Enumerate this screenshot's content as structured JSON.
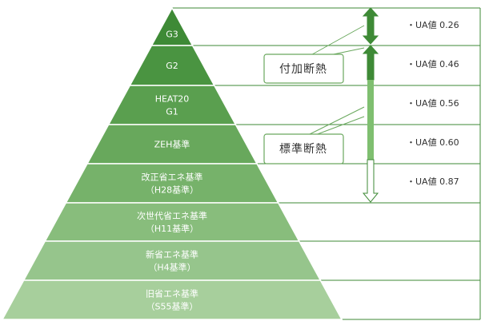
{
  "pyramid": {
    "levels": [
      {
        "lines": [
          "G3"
        ],
        "color": "#3e8a36"
      },
      {
        "lines": [
          "G2"
        ],
        "color": "#4a9441"
      },
      {
        "lines": [
          "HEAT20",
          "G1"
        ],
        "color": "#5a9f4f"
      },
      {
        "lines": [
          "ZEH基準"
        ],
        "color": "#68a85c"
      },
      {
        "lines": [
          "改正省エネ基準",
          "（H28基準）"
        ],
        "color": "#76b26a"
      },
      {
        "lines": [
          "次世代省エネ基準",
          "（H11基準）"
        ],
        "color": "#88bd7c"
      },
      {
        "lines": [
          "新省エネ基準",
          "（H4基準）"
        ],
        "color": "#96c58c"
      },
      {
        "lines": [
          "旧省エネ基準",
          "（S55基準）"
        ],
        "color": "#a7cf9c"
      }
    ]
  },
  "ua_values": [
    "・UA値 0.26",
    "・UA値 0.46",
    "・UA値 0.56",
    "・UA値 0.60",
    "・UA値 0.87"
  ],
  "callouts": {
    "added": "付加断熱",
    "standard": "標準断熱"
  },
  "colors": {
    "line": "#3e8a36",
    "arrow_fill": "#3e8a36",
    "arrow_light": "#ffffff",
    "callout_border": "#6aa85e"
  }
}
